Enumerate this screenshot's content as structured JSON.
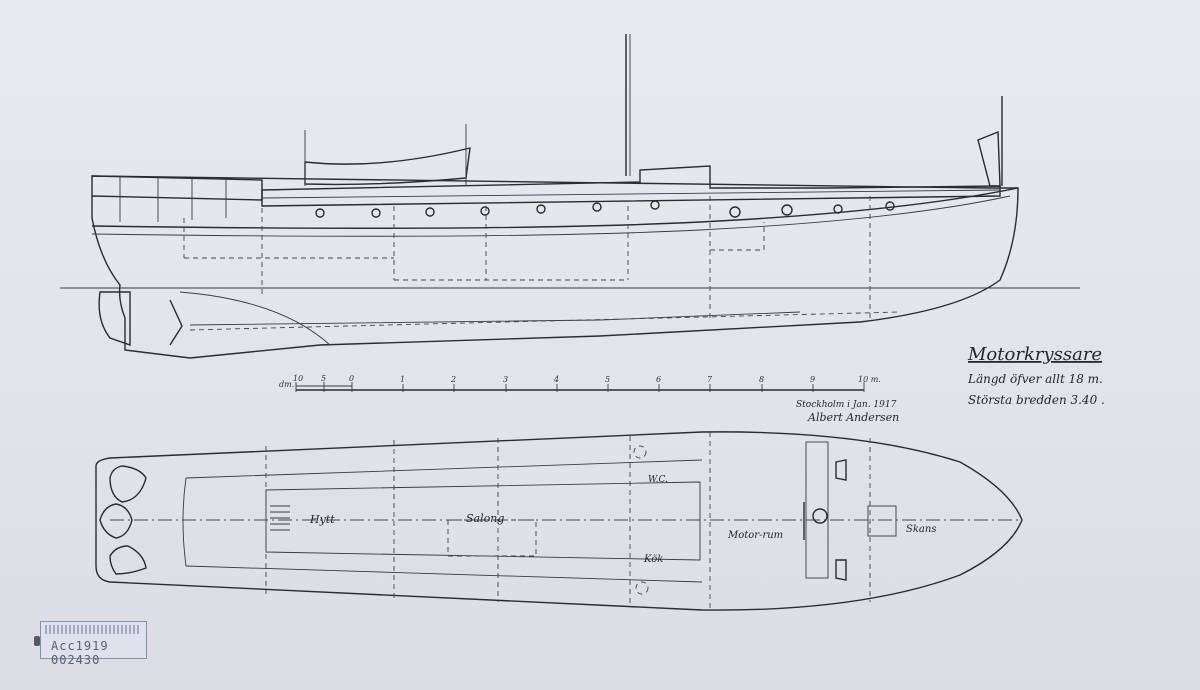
{
  "title_block": {
    "title": "Motorkryssare",
    "line1": "Längd öfver allt  18 m.",
    "line2": "Största bredden  3.40 ."
  },
  "scale": {
    "unit_left": "dm.",
    "ticks_left": [
      "10",
      "5",
      "0"
    ],
    "ticks_right": [
      "1",
      "2",
      "3",
      "4",
      "5",
      "6",
      "7",
      "8",
      "9"
    ],
    "end_label": "10 m."
  },
  "signature": {
    "place_date": "Stockholm i Jan. 1917",
    "name": "Albert Andersen"
  },
  "plan_labels": {
    "hytt": "Hytt",
    "salong": "Salong",
    "wc": "W.C.",
    "kok": "Kök",
    "motorrum": "Motor-rum",
    "skans": "Skans"
  },
  "stamp": {
    "accession": "Acc1919  002430"
  },
  "colors": {
    "ink": "#2a2a30",
    "paper": "#e6e7ee",
    "stamp": "#55607c"
  }
}
